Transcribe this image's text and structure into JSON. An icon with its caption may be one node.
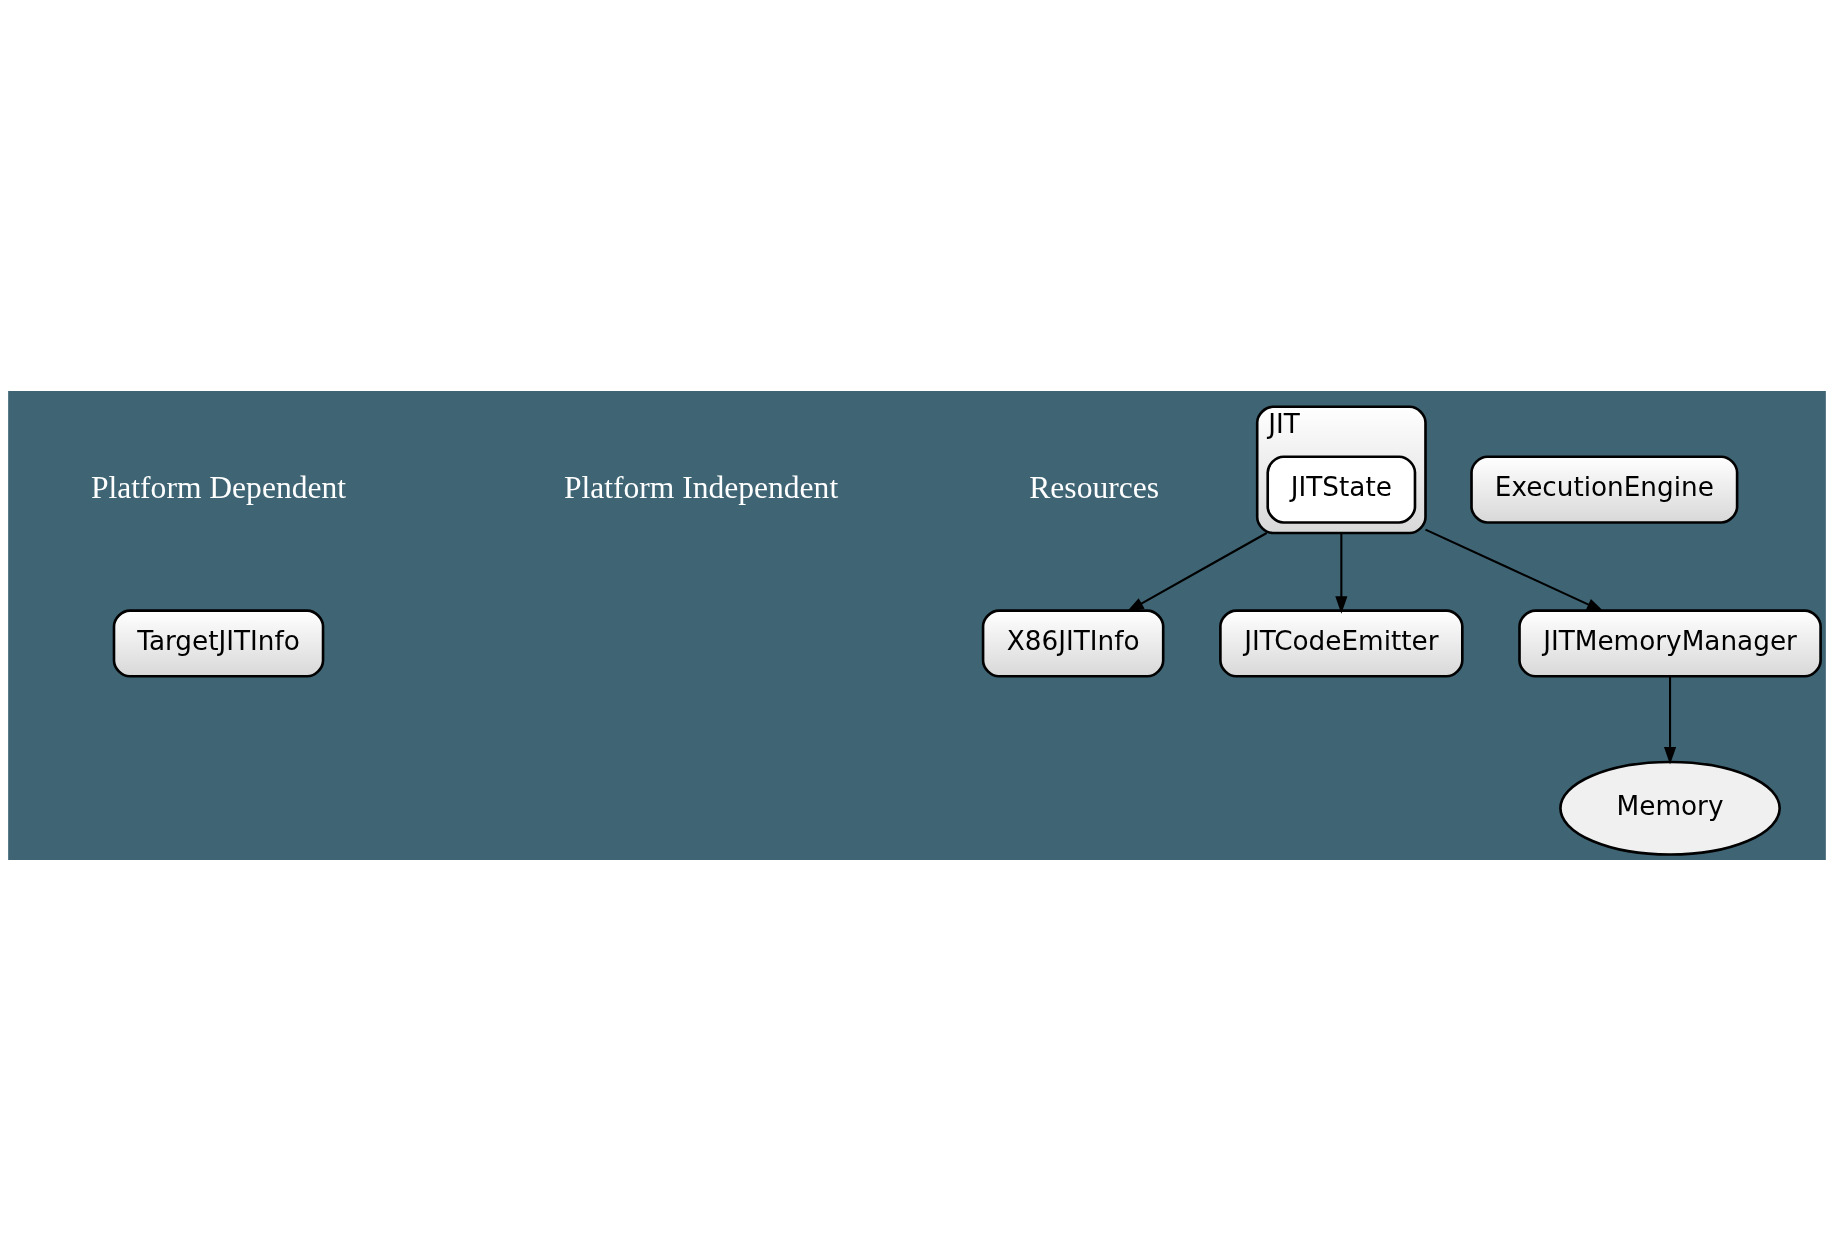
{
  "diagram": {
    "nodes": [
      {
        "text": [
          "TargetJITInfo"
        ]
      },
      {
        "text": [
          "X86JITInfo"
        ]
      },
      {
        "text": [
          "ExecutionEngine"
        ]
      },
      {
        "text": [
          "JIT"
        ]
      },
      {
        "text": [
          "JITState"
        ],
        "in": 3
      },
      {
        "text": [
          "JITCodeEmitter"
        ]
      },
      {
        "text": [
          "JITMemoryManager"
        ]
      },
      {
        "text": [
          "Memory"
        ]
      }
    ],
    "edges": [
      {
        "from": 3,
        "to": 1,
        "arrow": "to"
      },
      {
        "from": 3,
        "to": 5,
        "arrow": "to"
      },
      {
        "from": 3,
        "to": 6,
        "arrow": "to"
      },
      {
        "from": 6,
        "to": 7,
        "arrow": "to"
      }
    ],
    "labels": [
      "Platform Dependent",
      "Platform Independent",
      "Resources"
    ]
  }
}
